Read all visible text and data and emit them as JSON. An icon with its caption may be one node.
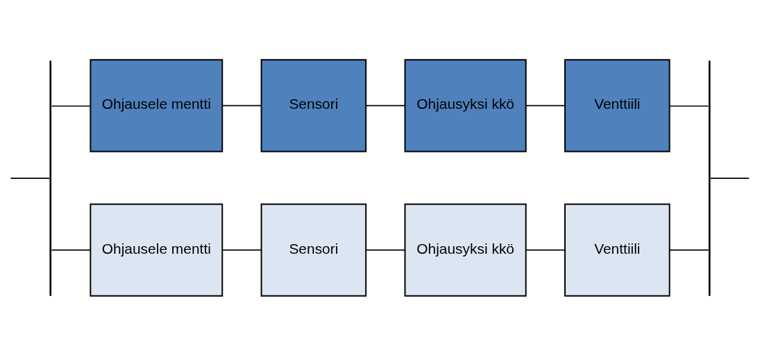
{
  "diagram": {
    "nodes": [
      {
        "text": [
          "Ohjausele mentti"
        ]
      },
      {
        "text": [
          "Sensori"
        ]
      },
      {
        "text": [
          "Ohjausyksi kkö"
        ]
      },
      {
        "text": [
          "Venttiili"
        ]
      },
      {
        "text": [
          "Ohjausele mentti"
        ]
      },
      {
        "text": [
          "Sensori"
        ]
      },
      {
        "text": [
          "Ohjausyksi kkö"
        ]
      },
      {
        "text": [
          "Venttiili"
        ]
      },
      {
        "text": [],
        "shape": "bar"
      },
      {
        "text": [],
        "shape": "bar"
      }
    ],
    "edges": [
      {
        "from": null,
        "to": 8,
        "arrow": "none"
      },
      {
        "from": 8,
        "to": 0,
        "arrow": "none"
      },
      {
        "from": 8,
        "to": 4,
        "arrow": "none"
      },
      {
        "from": 0,
        "to": 1,
        "arrow": "none"
      },
      {
        "from": 1,
        "to": 2,
        "arrow": "none"
      },
      {
        "from": 2,
        "to": 3,
        "arrow": "none"
      },
      {
        "from": 4,
        "to": 5,
        "arrow": "none"
      },
      {
        "from": 5,
        "to": 6,
        "arrow": "none"
      },
      {
        "from": 6,
        "to": 7,
        "arrow": "none"
      },
      {
        "from": 3,
        "to": 9,
        "arrow": "none"
      },
      {
        "from": 7,
        "to": 9,
        "arrow": "none"
      },
      {
        "from": 9,
        "to": null,
        "arrow": "none"
      }
    ]
  }
}
